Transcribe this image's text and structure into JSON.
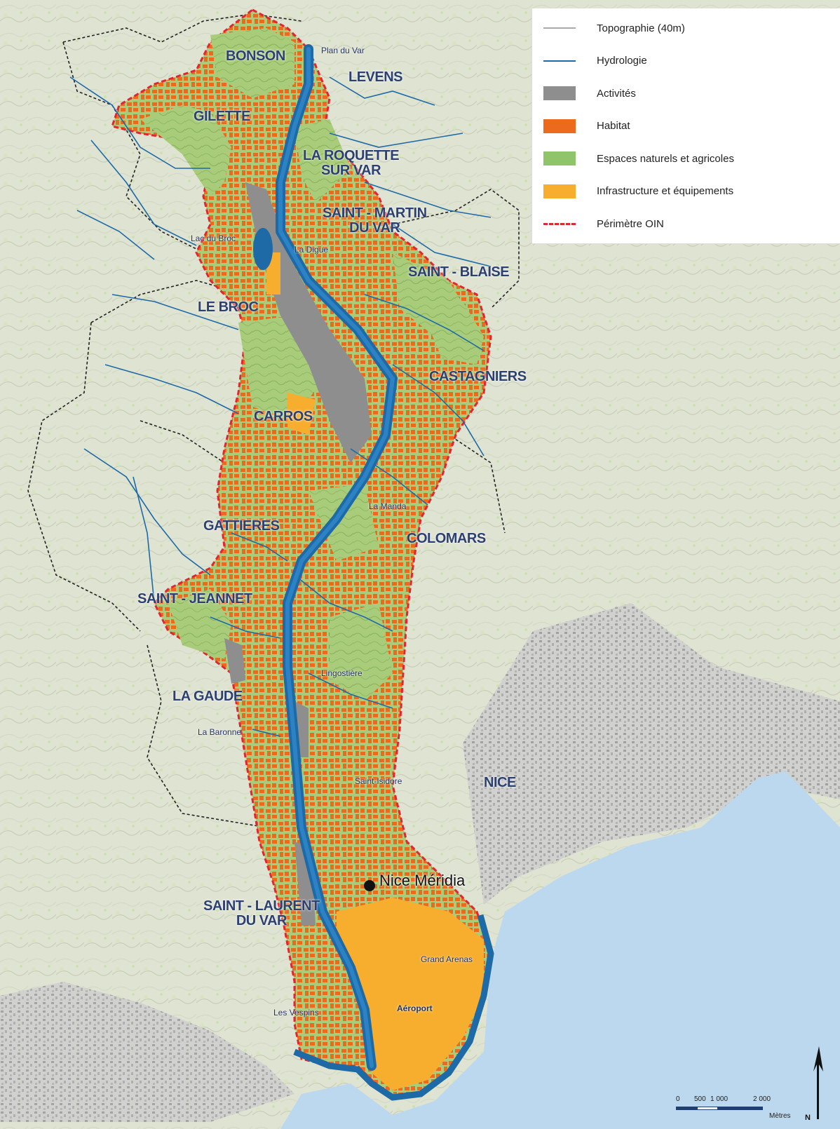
{
  "legend": {
    "items": [
      {
        "label": "Topographie (40m)",
        "kind": "line",
        "color": "#a9a9a9"
      },
      {
        "label": "Hydrologie",
        "kind": "line",
        "color": "#1e6aa6"
      },
      {
        "label": "Activités",
        "kind": "box",
        "color": "#8e8e8e"
      },
      {
        "label": "Habitat",
        "kind": "box",
        "color": "#ec6a1c"
      },
      {
        "label": "Espaces naturels et agricoles",
        "kind": "box",
        "color": "#8fc46a"
      },
      {
        "label": "Infrastructure et équipements",
        "kind": "box",
        "color": "#f7ae2f"
      },
      {
        "label": "Périmètre OIN",
        "kind": "dash",
        "color": "#e02630"
      }
    ]
  },
  "towns": {
    "bonson": "BONSON",
    "levens": "LEVENS",
    "gilette": "GILETTE",
    "la_roquette": "LA ROQUETTE",
    "sur_var": "SUR VAR",
    "saint_martin": "SAINT - MARTIN",
    "du_var": "DU VAR",
    "saint_blaise": "SAINT - BLAISE",
    "le_broc": "LE BROC",
    "castagniers": "CASTAGNIERS",
    "carros": "CARROS",
    "gattieres": "GATTIERES",
    "colomars": "COLOMARS",
    "saint_jeannet": "SAINT - JEANNET",
    "la_gaude": "LA GAUDE",
    "nice": "NICE",
    "saint_laurent": "SAINT - LAURENT",
    "du_var_2": "DU VAR"
  },
  "places": {
    "plan_du_var": "Plan du Var",
    "lac_du_broc": "Lac du Broc",
    "la_digue": "La Digue",
    "la_manda": "La Manda",
    "lingostiere": "Lingostière",
    "la_baronne": "La Baronne",
    "saint_isidore": "Saint-Isidore",
    "grand_arenas": "Grand Arenas",
    "aeroport": "Aéroport",
    "les_vespins": "Les Vespins"
  },
  "marker": {
    "label": "Nice Méridia"
  },
  "scale": {
    "ticks": [
      "0",
      "500",
      "1 000",
      "2 000"
    ],
    "unit": "Mètres"
  },
  "north": "N",
  "colors": {
    "sea": "#bcd8ee",
    "terrain": "#dfe3d2",
    "natural": "#a9cc7a",
    "habitat": "#ec6a1c",
    "activities": "#8e8e8e",
    "infrastructure": "#f7ae2f",
    "river": "#1e6aa6",
    "perimeter": "#e02630"
  }
}
